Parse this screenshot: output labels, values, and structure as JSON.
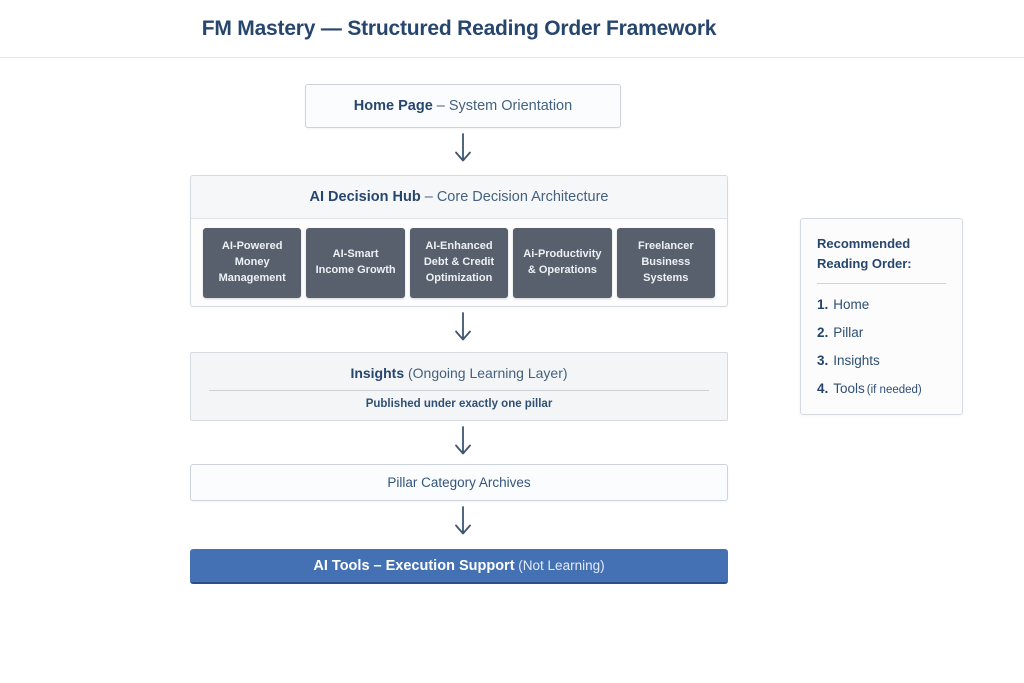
{
  "title": "FM Mastery — Structured Reading Order Framework",
  "flow": {
    "home": {
      "bold": "Home Page",
      "rest": " – System Orientation"
    },
    "hub": {
      "bold": "AI Decision Hub",
      "rest": " – Core Decision Architecture",
      "pillars": [
        "AI-Powered Money Management",
        "AI-Smart Income Growth",
        "AI-Enhanced Debt & Credit Optimization",
        "Ai-Productivity & Operations",
        "Freelancer Business Systems"
      ]
    },
    "insights": {
      "bold": "Insights",
      "rest": " (Ongoing Learning Layer)",
      "note": "Published under exactly one pillar"
    },
    "archives": {
      "label": "Pillar Category Archives"
    },
    "tools": {
      "bold": "AI Tools – Execution Support",
      "rest": " (Not Learning)"
    }
  },
  "sidebar": {
    "title": "Recommended Reading Order:",
    "items": [
      {
        "num": "1.",
        "label": "Home",
        "note": ""
      },
      {
        "num": "2.",
        "label": "Pillar",
        "note": ""
      },
      {
        "num": "3.",
        "label": "Insights",
        "note": ""
      },
      {
        "num": "4.",
        "label": "Tools",
        "note": "(if needed)"
      }
    ]
  },
  "colors": {
    "title_text": "#27466d",
    "node_border": "#ccd3da",
    "pillar_box_bg": "#57606c",
    "pillar_box_text": "#eef1f4",
    "tools_bg": "#4471b3",
    "tools_edge": "#2c4f8c",
    "arrow": "#3f5570",
    "panel_border": "#d4dae0"
  }
}
